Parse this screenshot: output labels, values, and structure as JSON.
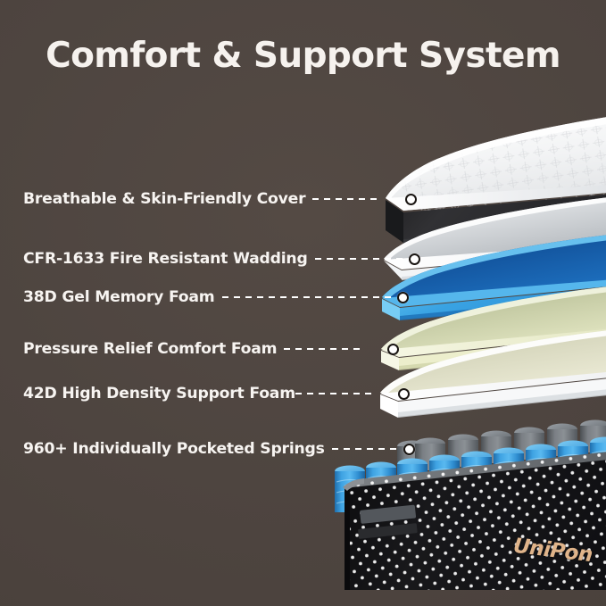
{
  "page": {
    "title": "Comfort & Support System",
    "background_color": "#4e4540",
    "title_color": "#f6f2ee"
  },
  "callouts": [
    {
      "id": "breathable-cover",
      "label": "Breathable & Skin-Friendly Cover",
      "marker": "circle-marker",
      "layer_color": "#f2f3f3"
    },
    {
      "id": "fire-resistant-wadding",
      "label": "CFR-1633 Fire Resistant Wadding",
      "marker": "circle-marker",
      "layer_color": "#e8eaeb"
    },
    {
      "id": "gel-memory-foam",
      "label": "38D Gel Memory Foam",
      "marker": "circle-marker",
      "layer_color": "#1c5fa8"
    },
    {
      "id": "comfort-foam",
      "label": "Pressure Relief Comfort Foam",
      "marker": "circle-marker",
      "layer_color": "#e9ebcb"
    },
    {
      "id": "support-foam",
      "label": "42D High Density Support Foam",
      "marker": "circle-marker",
      "layer_color": "#f4f5f6"
    },
    {
      "id": "pocketed-springs",
      "label": "960+ Individually Pocketed Springs",
      "marker": "circle-marker",
      "layer_color": "#2f8fd8"
    }
  ],
  "brand": {
    "name": "UniPon",
    "color": "#e0b48a"
  },
  "product": {
    "cover_fabric_color": "#f4f5f6",
    "cover_band_color": "#2b2b2d",
    "spring_blue": "#2f8fd8",
    "spring_gray": "#6e7276",
    "base_fabric_color": "#131315",
    "base_dot_color": "#ffffff",
    "base_trim_color": "#8c8f93",
    "handle_color": "#53575c"
  }
}
